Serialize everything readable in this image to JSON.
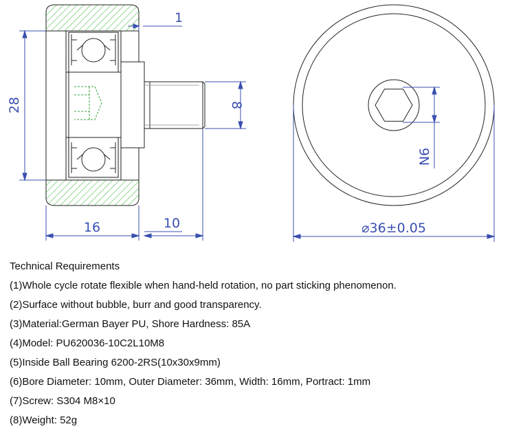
{
  "drawing": {
    "dims": {
      "portract": "1",
      "height": "28",
      "thread": "8",
      "width": "16",
      "screw_len": "10",
      "hex": "N6",
      "diameter": "⌀36±0.05"
    }
  },
  "requirements": {
    "title": "Technical Requirements",
    "items": [
      "(1)Whole cycle rotate flexible when hand-held rotation, no part sticking phenomenon.",
      "(2)Surface without bubble, burr and good transparency.",
      "(3)Material:German Bayer PU, Shore Hardness: 85A",
      "(4)Model: PU620036-10C2L10M8",
      "(5)Inside Ball Bearing 6200-2RS(10x30x9mm)",
      "(6)Bore Diameter: 10mm, Outer Diameter: 36mm, Width: 16mm, Portract: 1mm",
      "(7)Screw: S304 M8×10",
      "(8)Weight: 52g"
    ]
  }
}
